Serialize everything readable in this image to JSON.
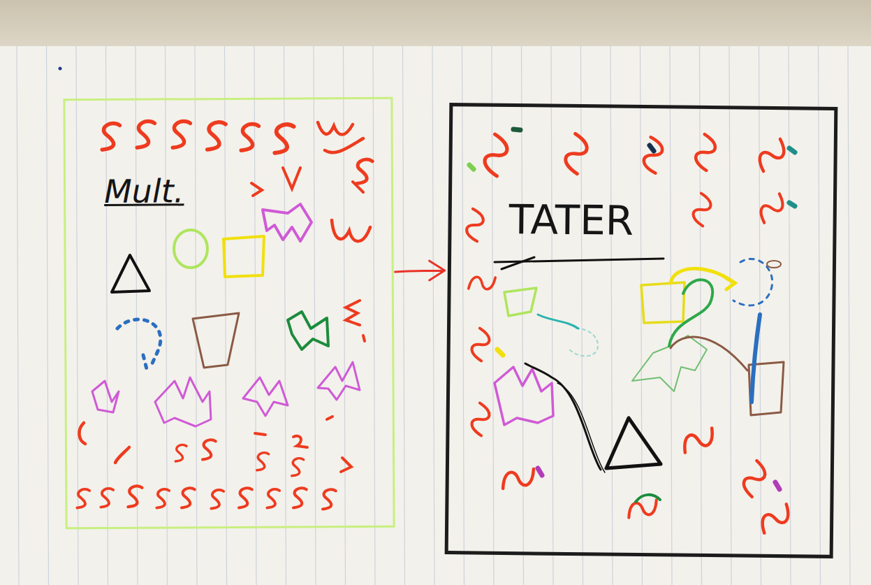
{
  "diagram": {
    "nodes": [
      {
        "text": [
          "Mult."
        ]
      },
      {
        "text": [
          "TATER"
        ]
      }
    ],
    "edges": [
      {
        "from": 0,
        "to": 1,
        "arrow": "to"
      }
    ]
  }
}
